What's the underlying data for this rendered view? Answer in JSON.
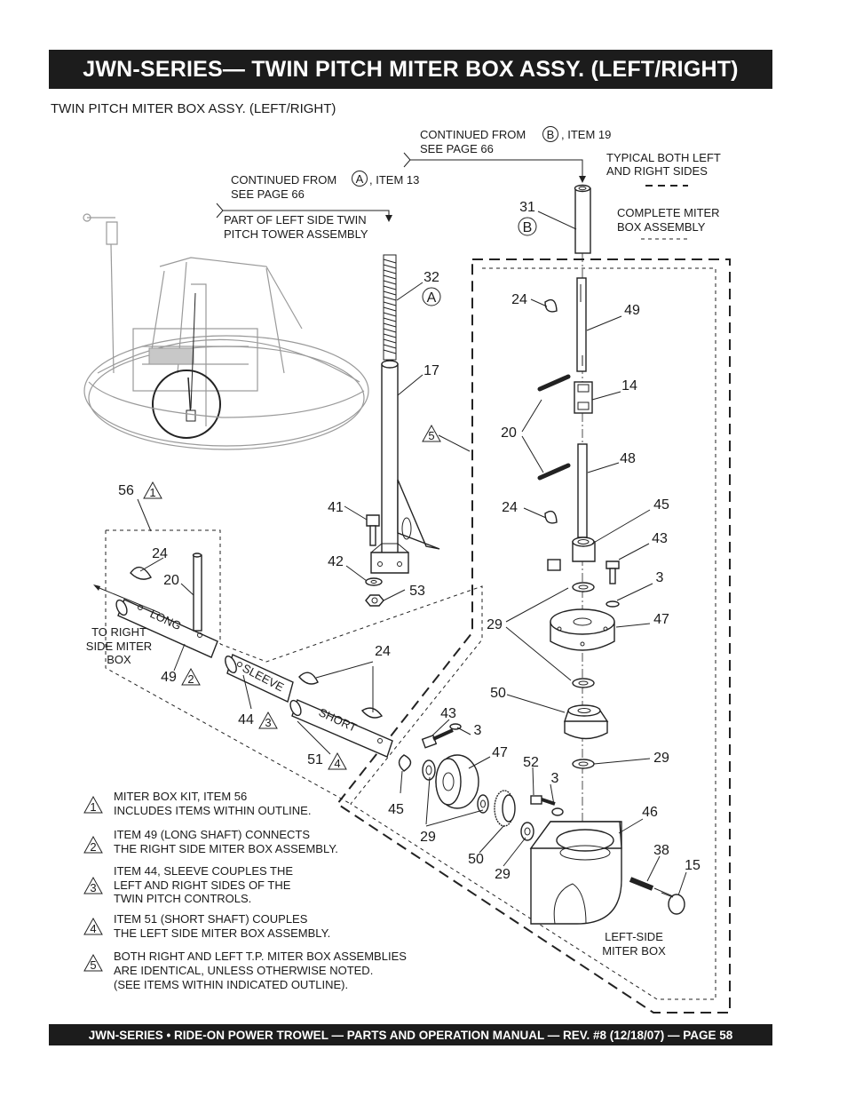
{
  "header": {
    "title": "JWN-SERIES— TWIN PITCH MITER BOX ASSY. (LEFT/RIGHT)"
  },
  "subtitle": "TWIN PITCH MITER BOX ASSY. (LEFT/RIGHT)",
  "footer": "JWN-SERIES  • RIDE-ON POWER TROWEL — PARTS AND OPERATION MANUAL — REV. #8 (12/18/07) — PAGE 58",
  "callouts": {
    "continued_b_prefix": "CONTINUED FROM",
    "continued_b_letter": "B",
    "continued_b_suffix": ", ITEM 19",
    "continued_b_page": "SEE  PAGE 66",
    "continued_a_prefix": "CONTINUED FROM",
    "continued_a_letter": "A",
    "continued_a_suffix": ", ITEM 13",
    "continued_a_page": "SEE  PAGE 66",
    "part_of_left_1": "PART OF LEFT SIDE TWIN",
    "part_of_left_2": "PITCH TOWER ASSEMBLY",
    "typical_1": "TYPICAL BOTH LEFT",
    "typical_2": "AND RIGHT SIDES",
    "complete_1": "COMPLETE MITER",
    "complete_2": "BOX ASSEMBLY",
    "to_right_1": "TO RIGHT",
    "to_right_2": "SIDE MITER",
    "to_right_3": "BOX",
    "left_side_1": "LEFT-SIDE",
    "left_side_2": "MITER BOX",
    "shaft_long": "LONG",
    "shaft_sleeve": "SLEEVE",
    "shaft_short": "SHORT"
  },
  "items": {
    "i31": "31",
    "iB": "B",
    "i32": "32",
    "iA": "A",
    "i17": "17",
    "i24a": "24",
    "i49a": "49",
    "i14": "14",
    "i20a": "20",
    "i48": "48",
    "i5": "5",
    "i24b": "24",
    "i45a": "45",
    "i43a": "43",
    "i41": "41",
    "i42": "42",
    "i53": "53",
    "i3a": "3",
    "i47a": "47",
    "i29a": "29",
    "i56": "56",
    "i1": "1",
    "i24c": "24",
    "i20b": "20",
    "i49b": "49",
    "i2": "2",
    "i24d": "24",
    "i44": "44",
    "i3tri": "3",
    "i50a": "50",
    "i43b": "43",
    "i3b": "3",
    "i51": "51",
    "i4": "4",
    "i47b": "47",
    "i29b": "29",
    "i52": "52",
    "i3c": "3",
    "i45b": "45",
    "i29c": "29",
    "i46": "46",
    "i50b": "50",
    "i29d": "29",
    "i38": "38",
    "i15": "15"
  },
  "notes": [
    {
      "num": "1",
      "lines": [
        "MITER BOX KIT, ITEM 56",
        "INCLUDES ITEMS WITHIN OUTLINE."
      ]
    },
    {
      "num": "2",
      "lines": [
        "ITEM 49 (LONG SHAFT) CONNECTS",
        "THE RIGHT SIDE MITER BOX ASSEMBLY."
      ]
    },
    {
      "num": "3",
      "lines": [
        "ITEM 44, SLEEVE COUPLES THE",
        "LEFT AND RIGHT SIDES OF THE",
        "TWIN PITCH CONTROLS."
      ]
    },
    {
      "num": "4",
      "lines": [
        "ITEM 51 (SHORT SHAFT) COUPLES",
        "THE LEFT SIDE MITER BOX ASSEMBLY."
      ]
    },
    {
      "num": "5",
      "lines": [
        "BOTH RIGHT AND LEFT T.P. MITER BOX ASSEMBLIES",
        "ARE IDENTICAL, UNLESS OTHERWISE NOTED.",
        "(SEE ITEMS WITHIN INDICATED OUTLINE)."
      ]
    }
  ]
}
